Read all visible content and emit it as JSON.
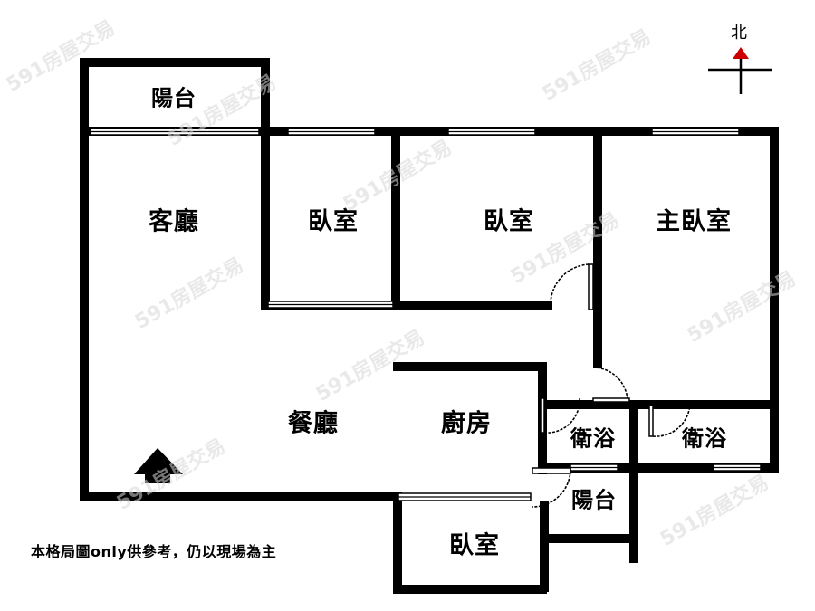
{
  "floorplan": {
    "rooms": [
      {
        "id": "balcony-north",
        "label": "陽台"
      },
      {
        "id": "living-room",
        "label": "客廳"
      },
      {
        "id": "bedroom-1",
        "label": "臥室"
      },
      {
        "id": "bedroom-2",
        "label": "臥室"
      },
      {
        "id": "master-bedroom",
        "label": "主臥室"
      },
      {
        "id": "dining-room",
        "label": "餐廳"
      },
      {
        "id": "kitchen",
        "label": "廚房"
      },
      {
        "id": "bathroom-1",
        "label": "衛浴"
      },
      {
        "id": "bathroom-2",
        "label": "衛浴"
      },
      {
        "id": "balcony-south",
        "label": "陽台"
      },
      {
        "id": "bedroom-3",
        "label": "臥室"
      }
    ],
    "compass": {
      "label": "北",
      "arrow_color": "#cc0000"
    },
    "entrance_icon": "entrance-arrow-icon",
    "disclaimer": "本格局圖only供參考，仍以現場為主",
    "watermark": "591房屋交易",
    "colors": {
      "wall": "#000000",
      "background": "#ffffff",
      "compass_arrow": "#cc0000"
    }
  }
}
